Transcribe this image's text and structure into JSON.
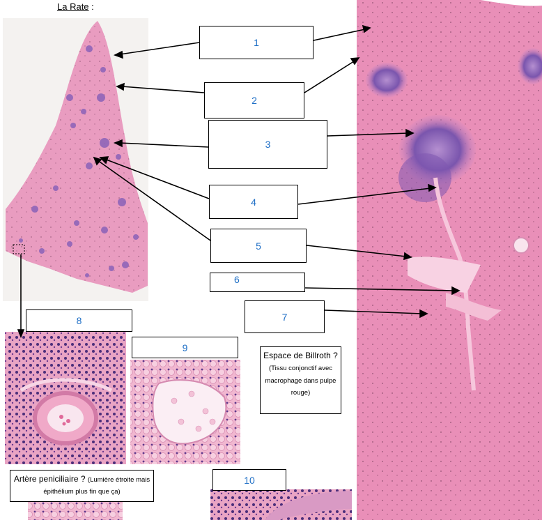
{
  "title": "La Rate",
  "title_suffix": " :",
  "labels": [
    "1",
    "2",
    "3",
    "4",
    "5",
    "6",
    "7",
    "8",
    "9",
    "10"
  ],
  "note_billroth": {
    "main": "Espace de Billroth ?",
    "detail": "(Tissu conjonctif avec macrophage dans pulpe rouge)"
  },
  "note_artery": {
    "main": "Artère peniciliaire ?",
    "detail": "(Lumière étroite mais épithélium plus fin que ça)"
  },
  "colors": {
    "tissue_pink": "#e98fb8",
    "label_blue": "#1f6fc6",
    "white_pulp": "#8a62b8"
  }
}
